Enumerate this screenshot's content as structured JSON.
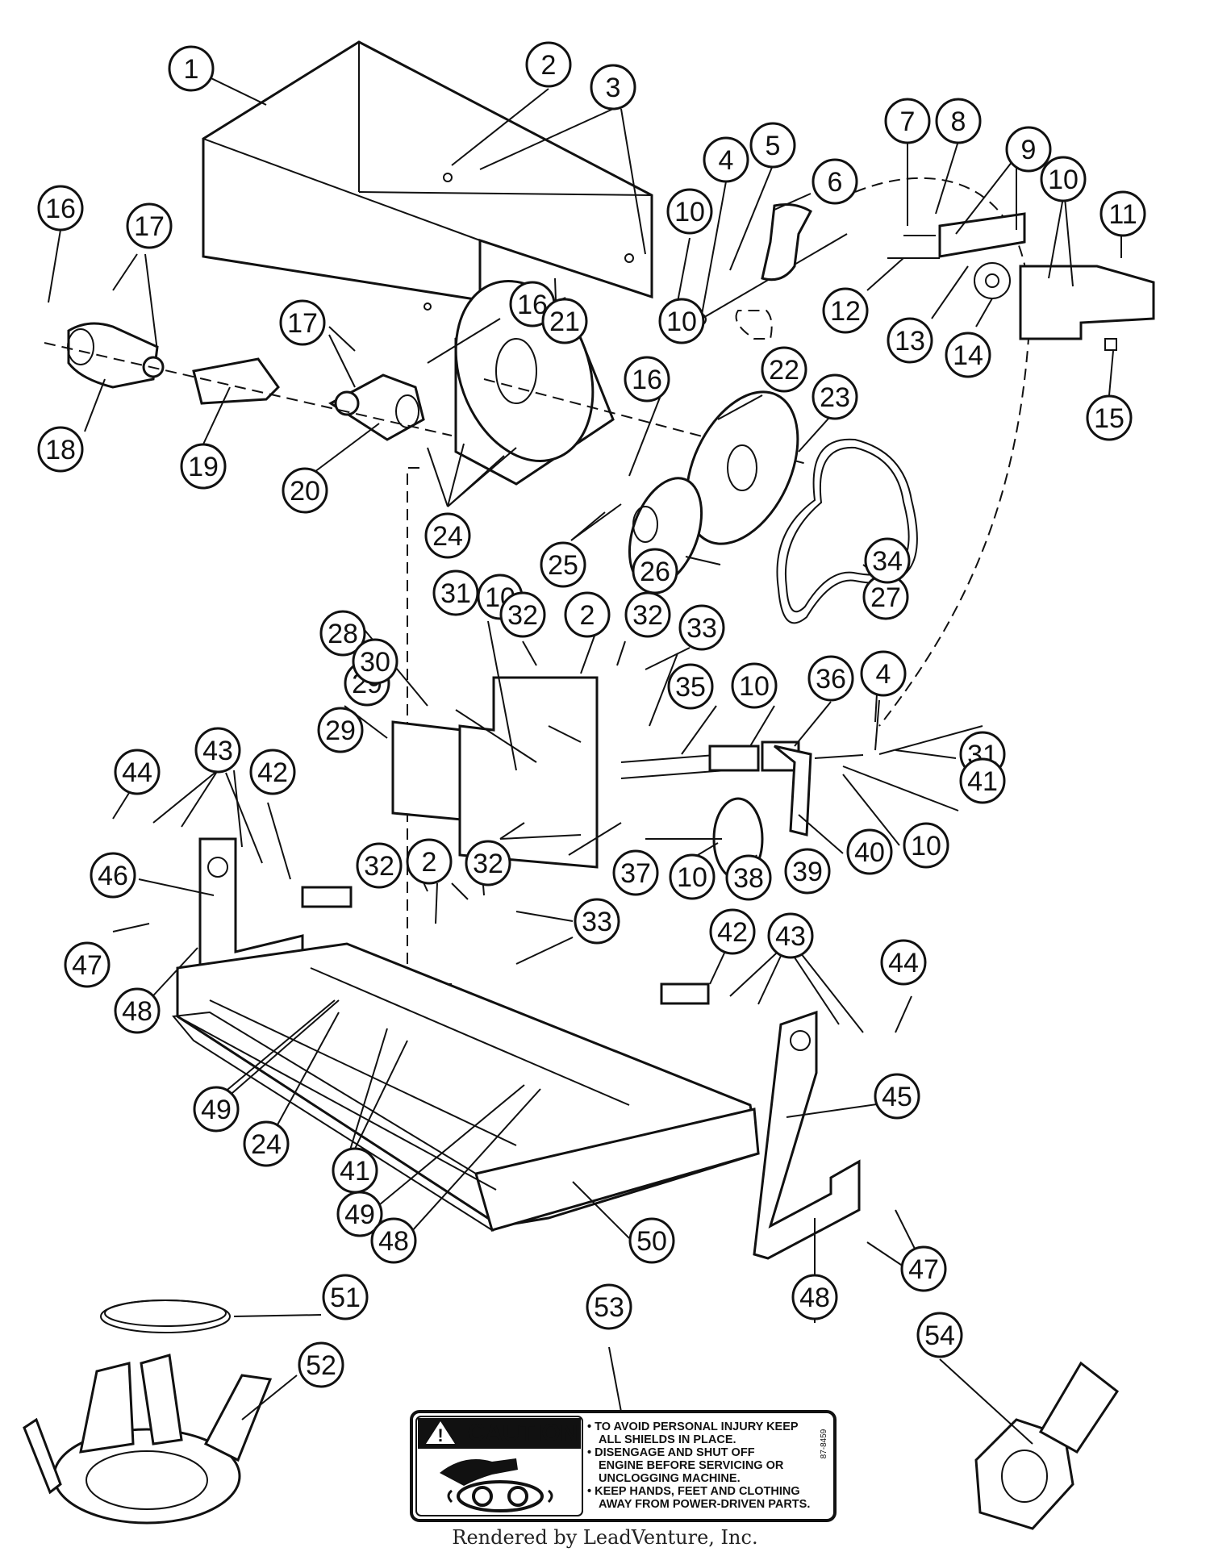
{
  "callouts": [
    "1",
    "2",
    "3",
    "4",
    "5",
    "6",
    "7",
    "8",
    "9",
    "10",
    "10",
    "10",
    "11",
    "12",
    "13",
    "14",
    "15",
    "16",
    "16",
    "16",
    "17",
    "17",
    "18",
    "19",
    "20",
    "21",
    "22",
    "23",
    "24",
    "25",
    "26",
    "27",
    "28",
    "29",
    "29",
    "30",
    "31",
    "10",
    "32",
    "2",
    "32",
    "33",
    "34",
    "35",
    "10",
    "36",
    "4",
    "31",
    "41",
    "10",
    "40",
    "39",
    "38",
    "10",
    "37",
    "44",
    "43",
    "42",
    "46",
    "47",
    "48",
    "32",
    "2",
    "32",
    "33",
    "42",
    "43",
    "44",
    "45",
    "49",
    "24",
    "41",
    "49",
    "48",
    "50",
    "47",
    "48",
    "51",
    "52",
    "53",
    "54"
  ],
  "caution_label": {
    "heading": "CAUTION",
    "lines": [
      "• TO AVOID PERSONAL INJURY KEEP",
      "ALL SHIELDS IN PLACE.",
      "• DISENGAGE AND SHUT OFF",
      "ENGINE BEFORE SERVICING OR",
      "UNCLOGGING MACHINE.",
      "• KEEP HANDS, FEET AND CLOTHING",
      "AWAY FROM POWER-DRIVEN PARTS."
    ],
    "part_code": "87-8459"
  },
  "footer": "Rendered by LeadVenture, Inc."
}
